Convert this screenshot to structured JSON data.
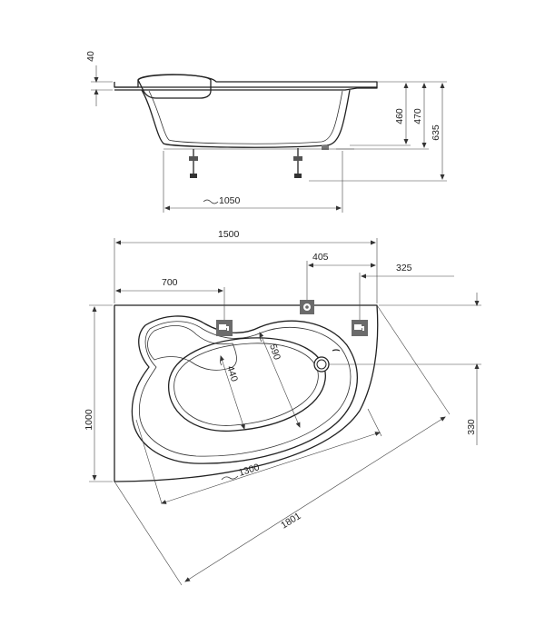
{
  "side_view": {
    "dimensions": {
      "rim_thickness": "40",
      "inner_depth": "460",
      "depth_with_rim": "470",
      "total_height": "635",
      "base_length": "1050"
    }
  },
  "top_view": {
    "dimensions": {
      "overall_width": "1500",
      "left_section": "700",
      "drain_offset": "405",
      "corner_offset": "325",
      "depth": "1000",
      "right_depth": "330",
      "inner_width": "440",
      "inner_width_2": "590",
      "inner_length": "1300",
      "diagonal": "1801"
    }
  },
  "colors": {
    "line": "#222222",
    "icon_fill": "#6b6b6b"
  },
  "icons": [
    "faucet-icon",
    "overflow-icon",
    "drain-icon"
  ]
}
